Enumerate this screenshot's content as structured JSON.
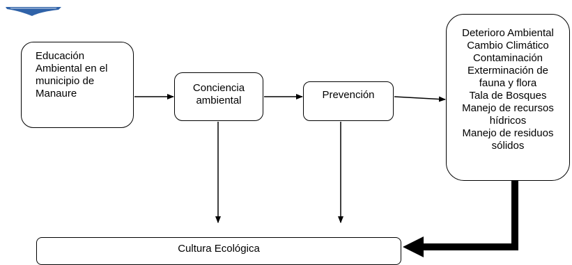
{
  "nodes": {
    "educacion": "Educación\nAmbiental en el\nmunicipio de\nManaure",
    "conciencia": "Conciencia\nambiental",
    "prevencion": "Prevención",
    "deterioro": "Deterioro Ambiental\nCambio Climático\nContaminación\nExterminación de\nfauna y flora\nTala de Bosques\nManejo de recursos\nhídricos\nManejo de residuos\nsólidos",
    "cultura": "Cultura Ecológica"
  },
  "colors": {
    "logo": "#2f62a8",
    "line": "#000000"
  },
  "icons": {
    "logo": "wing-logo-icon"
  }
}
